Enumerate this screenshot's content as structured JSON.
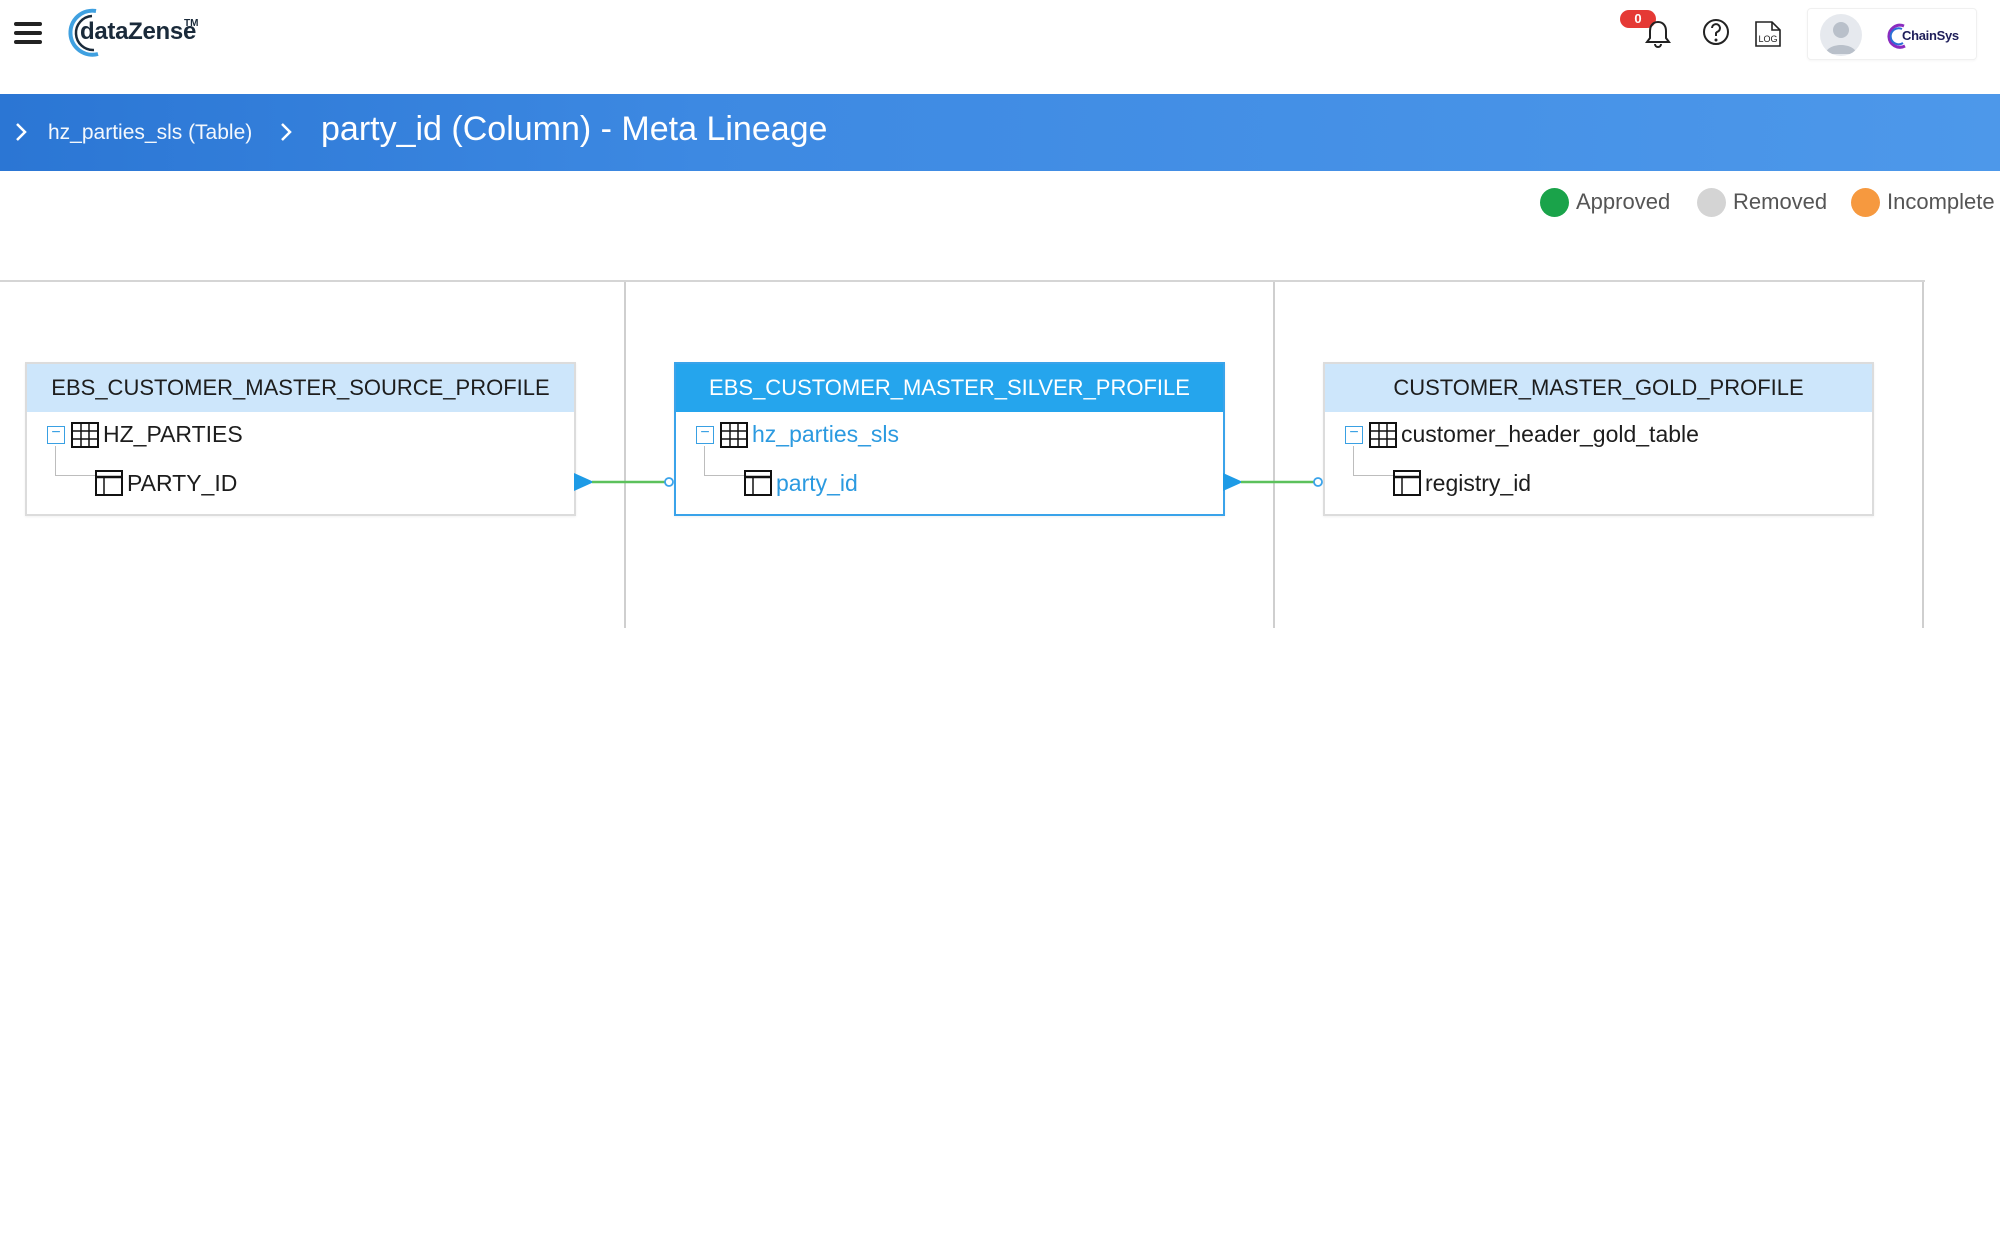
{
  "header": {
    "app_name": "dataZense",
    "trademark": "TM",
    "notification_count": "0",
    "brand_name": "ChainSys",
    "log_icon_text": "LOG"
  },
  "breadcrumb": {
    "parent_link": "hz_parties_sls (Table)",
    "page_title": "party_id (Column) - Meta Lineage"
  },
  "legend": [
    {
      "label": "Approved",
      "color": "#1aa34a"
    },
    {
      "label": "Removed",
      "color": "#d4d4d4"
    },
    {
      "label": "Incomplete",
      "color": "#f6993f"
    }
  ],
  "nodes": [
    {
      "profile": "EBS_CUSTOMER_MASTER_SOURCE_PROFILE",
      "table": "HZ_PARTIES",
      "column": "PARTY_ID",
      "active": false
    },
    {
      "profile": "EBS_CUSTOMER_MASTER_SILVER_PROFILE",
      "table": "hz_parties_sls",
      "column": "party_id",
      "active": true
    },
    {
      "profile": "CUSTOMER_MASTER_GOLD_PROFILE",
      "table": "customer_header_gold_table",
      "column": "registry_id",
      "active": false
    }
  ],
  "colors": {
    "banner": "#3d89e2",
    "node_header": "#cde6fb",
    "active_header": "#25a5ed",
    "link_line": "#5cc15c",
    "arrow": "#1e9be6"
  }
}
